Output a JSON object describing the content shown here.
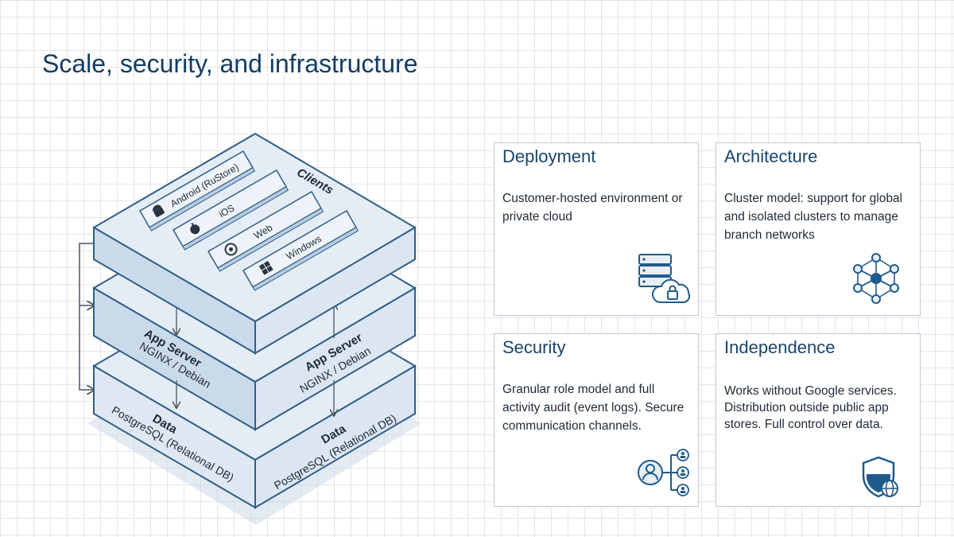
{
  "title": "Scale, security, and infrastructure",
  "diagram": {
    "clients": {
      "label": "Clients",
      "items": [
        {
          "label": "Android (RuStore)",
          "icon": "android-icon"
        },
        {
          "label": "iOS",
          "icon": "apple-icon"
        },
        {
          "label": "Web",
          "icon": "chrome-icon"
        },
        {
          "label": "Windows",
          "icon": "windows-icon"
        }
      ]
    },
    "app_server": {
      "label": "App Server",
      "sublabel": "NGINX / Debian"
    },
    "data": {
      "label": "Data",
      "sublabel": "PostgreSQL (Relational DB)"
    }
  },
  "cards": [
    {
      "title": "Deployment",
      "body": "Customer-hosted environment or private cloud",
      "icon": "server-cloud-lock-icon"
    },
    {
      "title": "Architecture",
      "body": "Cluster model: support for global and isolated clusters to manage branch networks",
      "icon": "network-cluster-icon"
    },
    {
      "title": "Security",
      "body": "Granular role model and full activity audit (event logs). Secure communication channels.",
      "icon": "user-roles-icon"
    },
    {
      "title": "Independence",
      "body": "Works without Google services. Distribution outside public app stores. Full control over data.",
      "icon": "shield-globe-icon"
    }
  ],
  "colors": {
    "title": "#123d63",
    "slab_top": "#e4edf6",
    "slab_left": "#cbdaea",
    "slab_right": "#dbe6f2",
    "outline": "#2f5d86",
    "icon": "#1f5a8c"
  }
}
